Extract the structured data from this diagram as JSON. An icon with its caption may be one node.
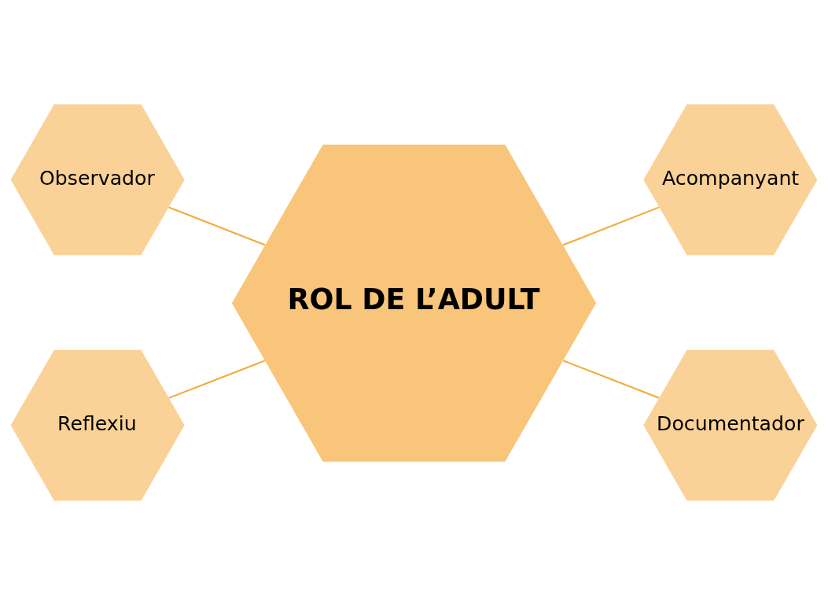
{
  "diagram": {
    "nodes": [
      {
        "text": [
          "Observador"
        ]
      },
      {
        "text": [
          "Acompanyant"
        ]
      },
      {
        "text": [
          "ROL DE L’ADULT"
        ]
      },
      {
        "text": [
          "Reflexiu"
        ]
      },
      {
        "text": [
          "Documentador"
        ]
      }
    ],
    "edges": [
      {
        "from": 0,
        "to": 2,
        "arrow": "none"
      },
      {
        "from": 2,
        "to": 1,
        "arrow": "none"
      },
      {
        "from": 3,
        "to": 2,
        "arrow": "none"
      },
      {
        "from": 2,
        "to": 4,
        "arrow": "none"
      }
    ]
  }
}
